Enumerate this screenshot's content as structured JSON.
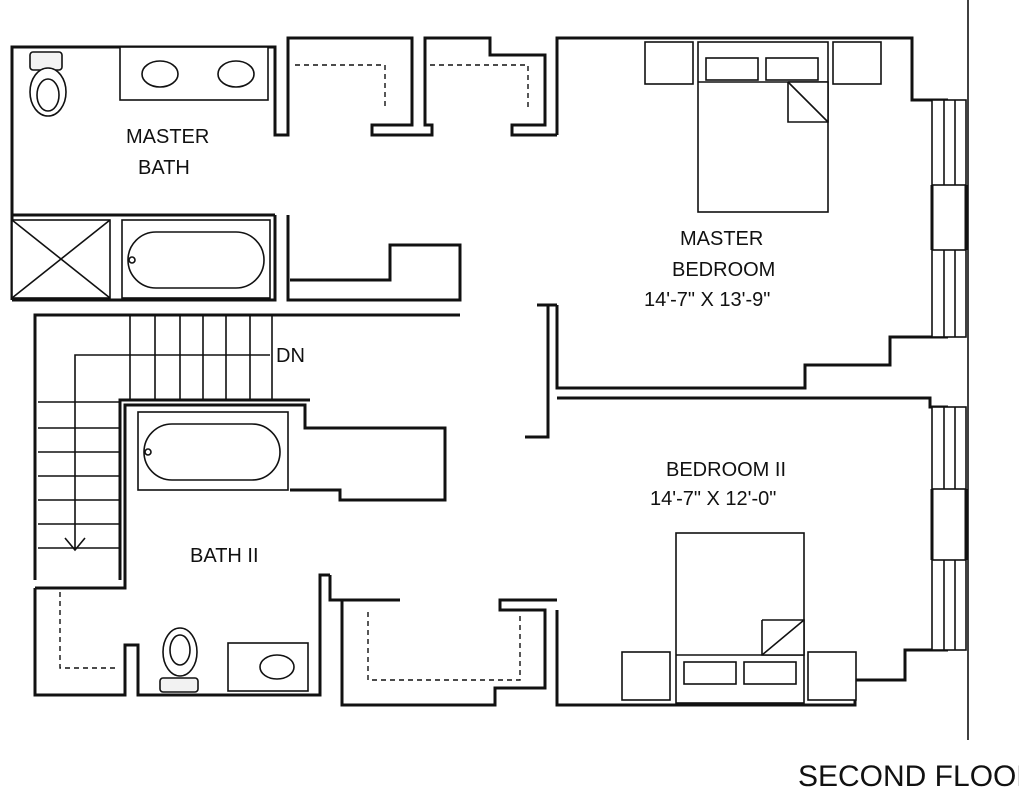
{
  "rooms": {
    "master_bath": {
      "line1": "MASTER",
      "line2": "BATH"
    },
    "master_bedroom": {
      "line1": "MASTER",
      "line2": "BEDROOM",
      "dimensions": "14'-7\" X 13'-9\""
    },
    "bedroom_two": {
      "name": "BEDROOM II",
      "dimensions": "14'-7\" X 12'-0\""
    },
    "bath_two": {
      "name": "BATH II"
    }
  },
  "stairs": {
    "label": "DN"
  },
  "floor_title": "SECOND FLOOR"
}
